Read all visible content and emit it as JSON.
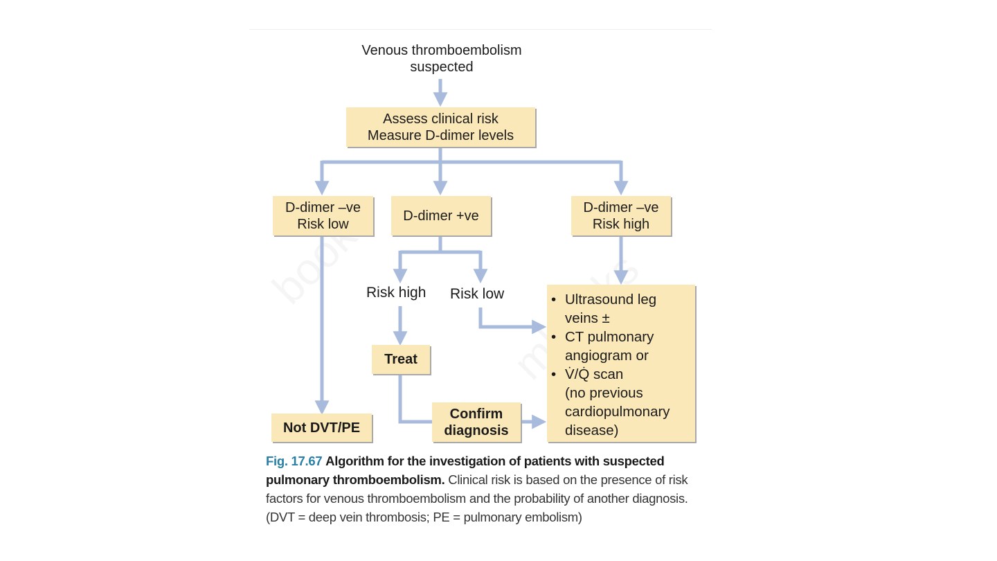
{
  "diagram": {
    "start": {
      "line1": "Venous thromboembolism",
      "line2": "suspected"
    },
    "assess": {
      "line1": "Assess clinical risk",
      "line2": "Measure D-dimer levels"
    },
    "neg_low": {
      "line1": "D-dimer –ve",
      "line2": "Risk low"
    },
    "pos": {
      "line1": "D-dimer +ve"
    },
    "neg_high": {
      "line1": "D-dimer –ve",
      "line2": "Risk high"
    },
    "risk_high_label": "Risk high",
    "risk_low_label": "Risk low",
    "treat": "Treat",
    "confirm": {
      "line1": "Confirm",
      "line2": "diagnosis"
    },
    "not_dvt": "Not DVT/PE",
    "options": {
      "bullet": "•",
      "item1": [
        "Ultrasound leg",
        "veins ±"
      ],
      "item2": [
        "CT pulmonary",
        "angiogram or"
      ],
      "item3": [
        "V̇/Q̇ scan",
        "(no previous",
        "cardiopulmonary",
        "disease)"
      ]
    }
  },
  "caption": {
    "fig_number": "Fig. 17.67",
    "title": "Algorithm for the investigation of patients with suspected pulmonary thromboembolism.",
    "body": "Clinical risk is based on the presence of risk factors for venous thromboembolism and the probability of another diagnosis. (DVT = deep vein thrombosis; PE = pulmonary embolism)"
  },
  "colors": {
    "arrow": "#a9bbdc",
    "box_fill": "#fbe8b9",
    "fig_number": "#2a7fa6"
  }
}
